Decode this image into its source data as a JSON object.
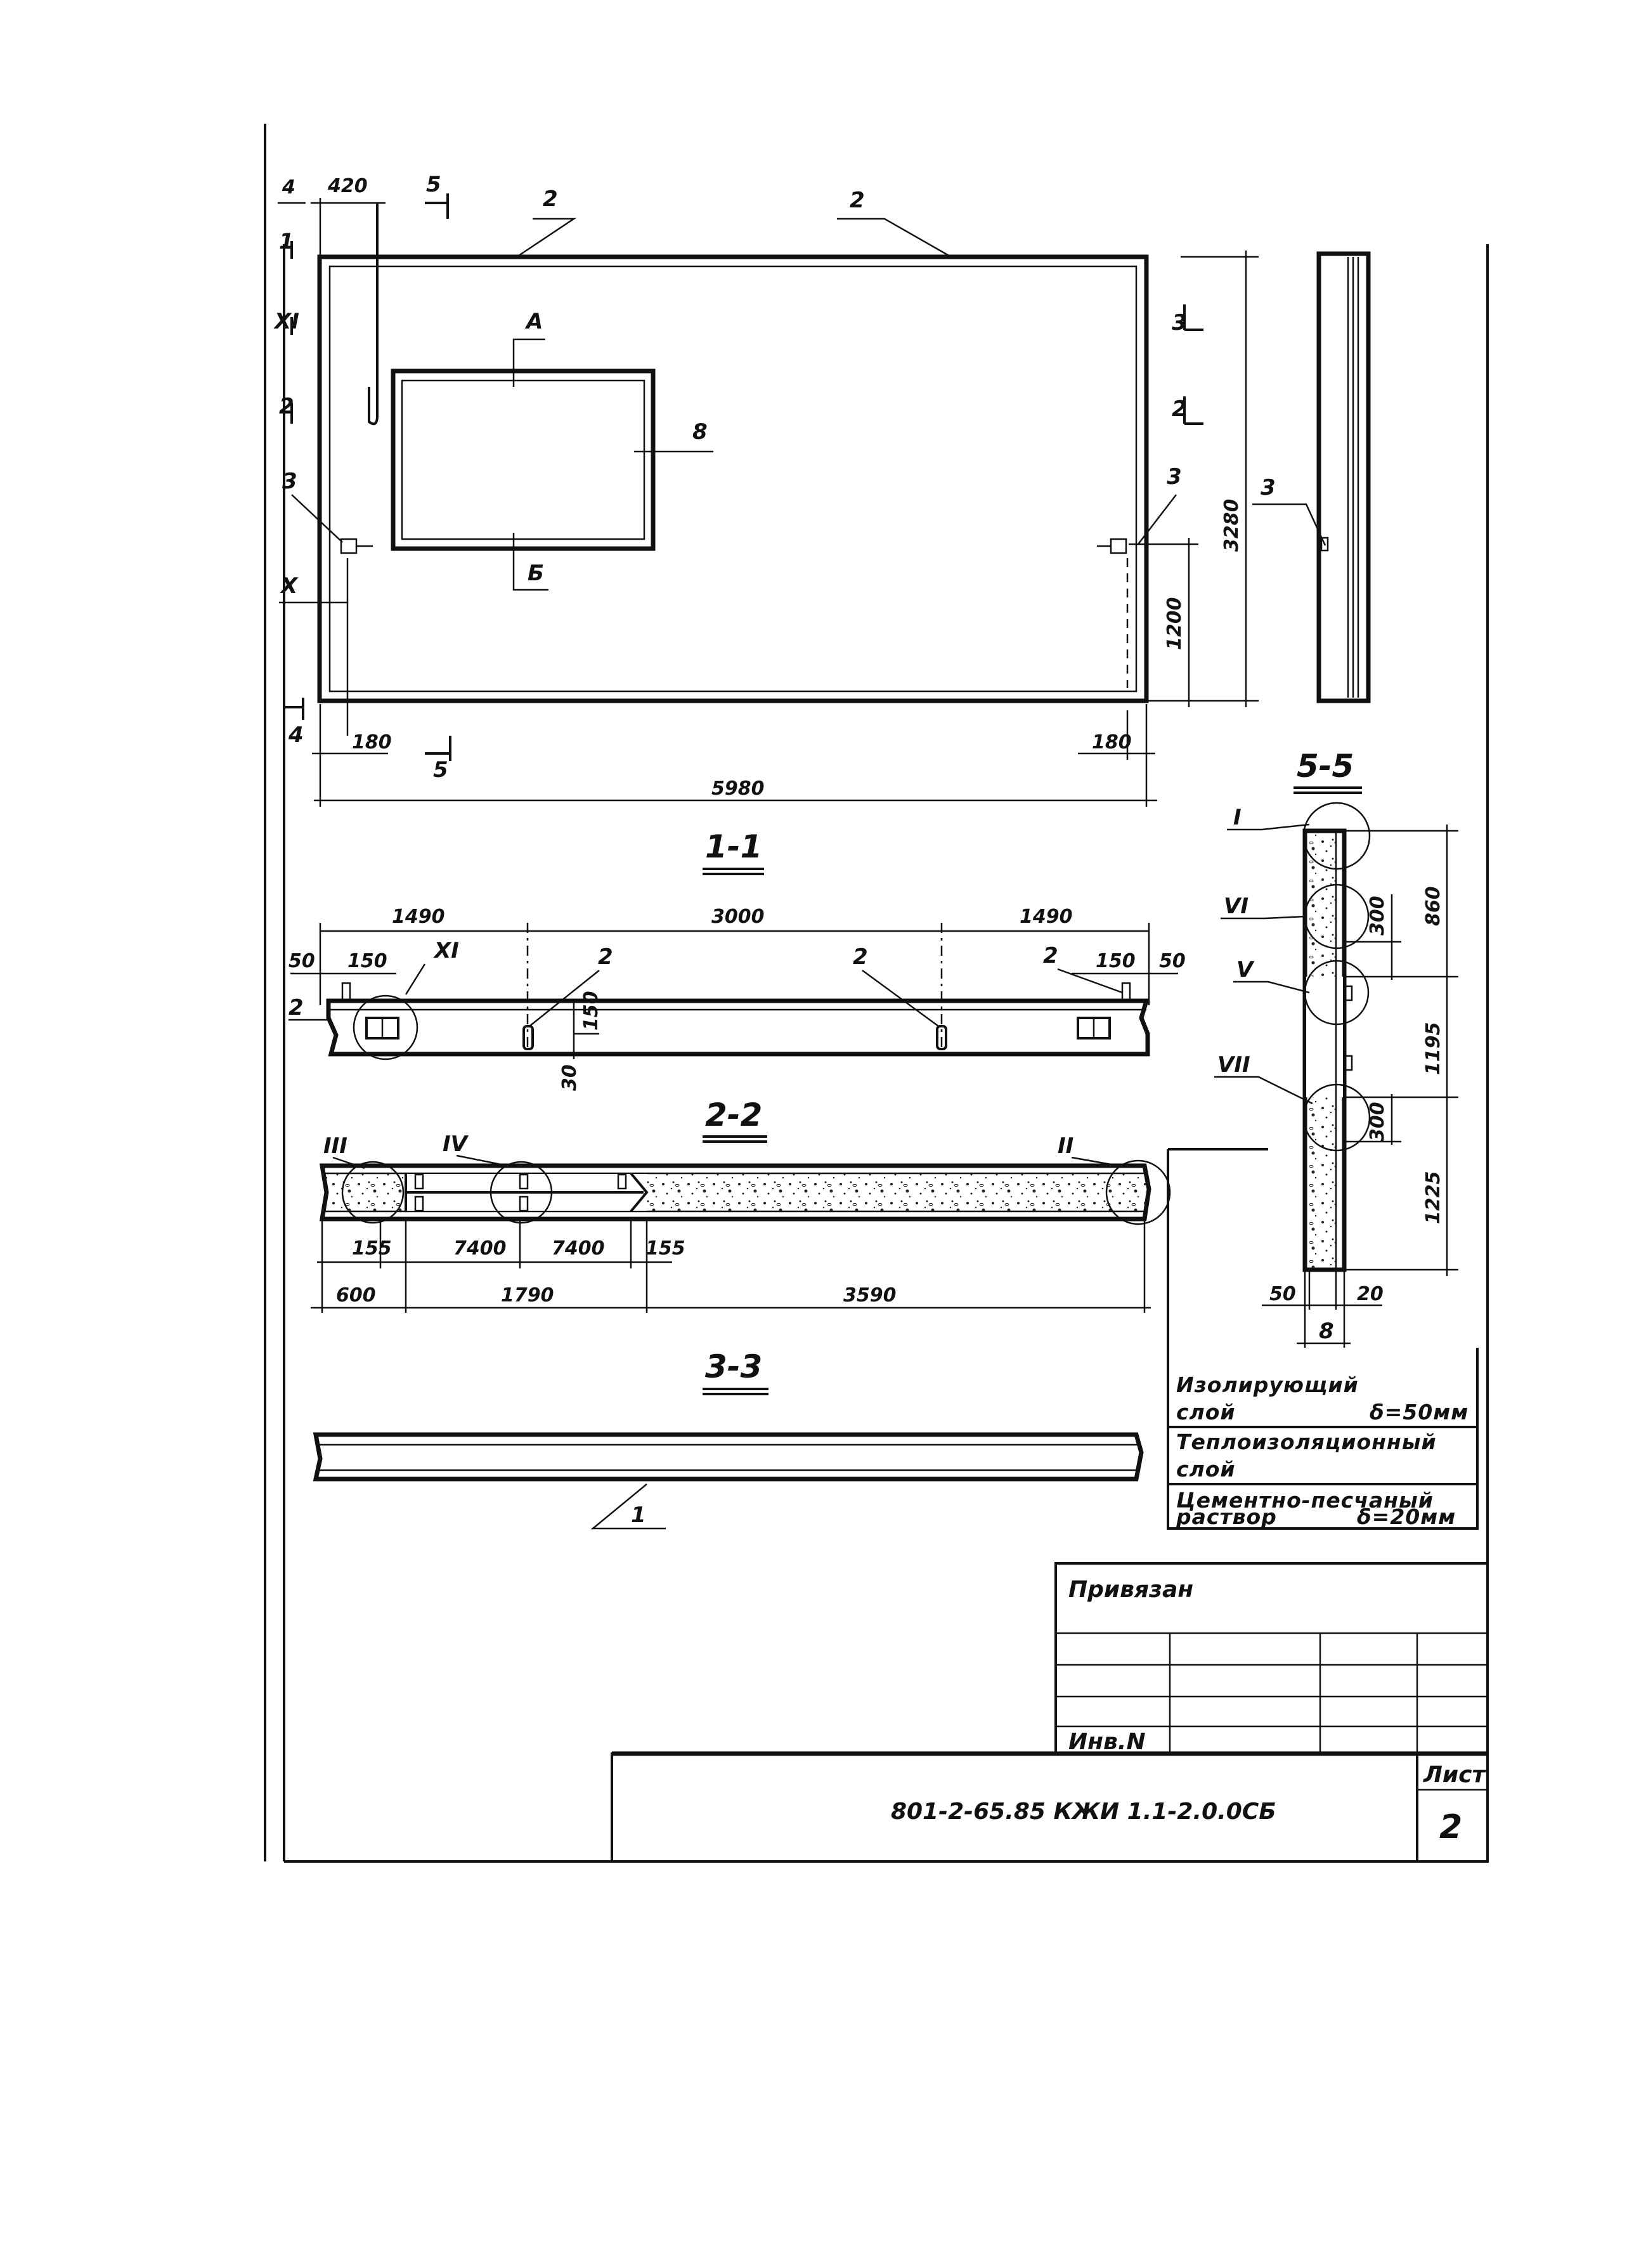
{
  "plan": {
    "dim_4_top": "4",
    "dim_420": "420",
    "mark_5_top": "5",
    "mark_1_left": "1",
    "mark_XI_left": "XI",
    "mark_2_left": "2",
    "mark_3_left": "3",
    "mark_X_left": "X",
    "mark_4_bottom": "4",
    "dim_180_left": "180",
    "mark_5_bottom": "5",
    "dim_180_right": "180",
    "dim_5980": "5980",
    "pos_2a": "2",
    "pos_2b": "2",
    "pos_A": "А",
    "pos_8": "8",
    "pos_B": "Б",
    "mark_3_right": "3",
    "mark_2_right": "2",
    "pos_3_right": "3",
    "dim_3280": "3280",
    "dim_1200": "1200"
  },
  "side_view": {
    "pos_3": "3"
  },
  "section_1_1": {
    "title": "1-1",
    "dim_1490_left": "1490",
    "dim_3000": "3000",
    "dim_1490_right": "1490",
    "dim_50_left": "50",
    "dim_150_left": "150",
    "callout_XI": "XI",
    "pos_2_left": "2",
    "pos_2_mid": "2",
    "pos_2_mid2": "2",
    "pos_2_right": "2",
    "dim_150_right": "150",
    "dim_50_right": "50",
    "dim_150_vert": "150",
    "dim_30": "30"
  },
  "section_2_2": {
    "title": "2-2",
    "callout_III": "III",
    "callout_IV": "IV",
    "callout_II": "II",
    "dim_155_left": "155",
    "dim_7400_a": "7400",
    "dim_7400_b": "7400",
    "dim_155_right": "155",
    "dim_600": "600",
    "dim_1790": "1790",
    "dim_3590": "3590"
  },
  "section_3_3": {
    "title": "3-3",
    "pos_1": "1"
  },
  "section_5_5": {
    "title": "5-5",
    "callout_I": "I",
    "callout_VI": "VI",
    "callout_V": "V",
    "callout_VII": "VII",
    "dim_860": "860",
    "dim_300_top": "300",
    "dim_1195": "1195",
    "dim_300_bottom": "300",
    "dim_1225": "1225",
    "dim_50": "50",
    "dim_20": "20",
    "dim_8": "8"
  },
  "legend": {
    "row1_line1": "Изолирующий",
    "row1_line2": "слой",
    "row1_value": "δ=50мм",
    "row2_line1": "Теплоизоляционный",
    "row2_line2": "слой",
    "row3_line1": "Цементно-песчаный",
    "row3_line2": "раствор",
    "row3_value": "δ=20мм"
  },
  "title_block": {
    "privyazan": "Привязан",
    "inv_n": "Инв.N",
    "doc_code": "801-2-65.85 КЖИ 1.1-2.0.0СБ",
    "sheet_label": "Лист",
    "sheet_number": "2"
  }
}
